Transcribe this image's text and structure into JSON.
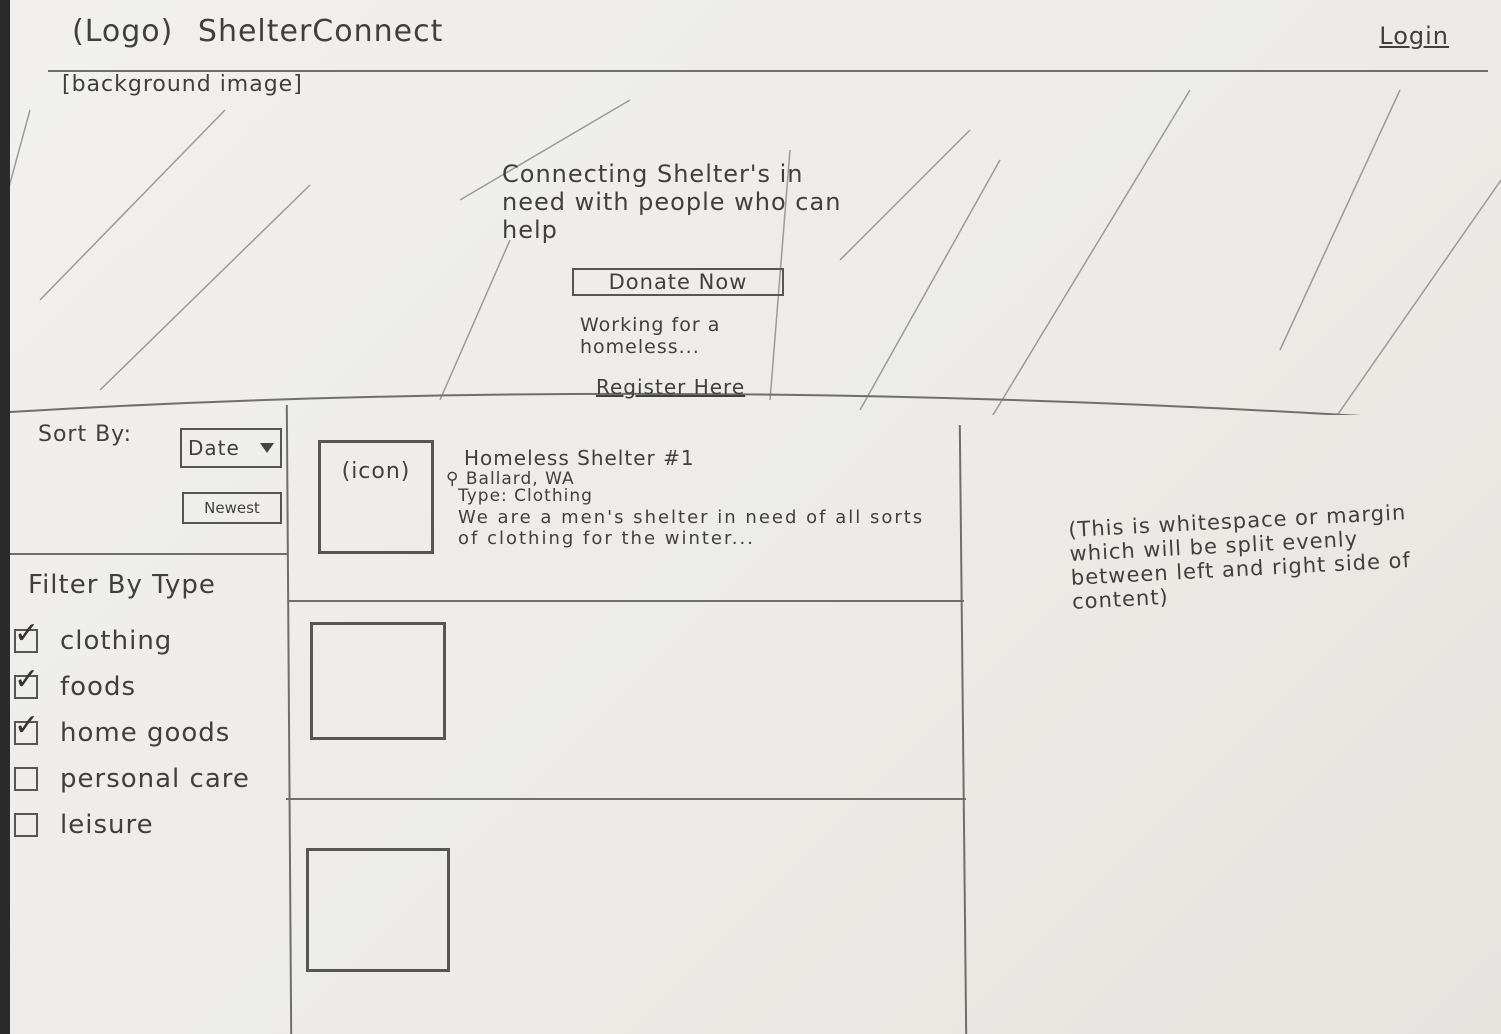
{
  "header": {
    "logo_placeholder": "(Logo)",
    "app_title": "ShelterConnect",
    "login_label": "Login"
  },
  "hero": {
    "background_label": "[background image]",
    "tagline": "Connecting Shelter's in need with people who can help",
    "donate_label": "Donate Now",
    "working_text": "Working for a homeless...",
    "register_label": "Register Here"
  },
  "sidebar": {
    "sort_label": "Sort By:",
    "sort_value": "Date",
    "order_label": "Newest",
    "filter_label": "Filter By Type",
    "filters": [
      {
        "label": "clothing",
        "checked": true
      },
      {
        "label": "foods",
        "checked": true
      },
      {
        "label": "home goods",
        "checked": true
      },
      {
        "label": "personal care",
        "checked": false
      },
      {
        "label": "leisure",
        "checked": false
      }
    ]
  },
  "listing": {
    "first": {
      "icon_label": "(icon)",
      "name": "Homeless Shelter #1",
      "location": "Ballard, WA",
      "type": "Type: Clothing",
      "description": "We are a men's shelter in need of all sorts of clothing for the winter..."
    }
  },
  "margin_note": "(This is whitespace or margin which will be split evenly between left and right side of content)"
}
